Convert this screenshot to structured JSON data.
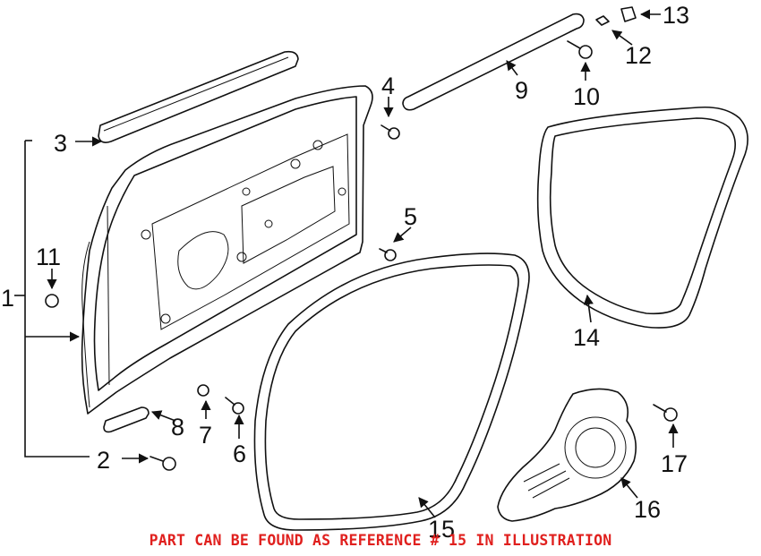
{
  "diagram": {
    "callouts": [
      "1",
      "2",
      "3",
      "4",
      "5",
      "6",
      "7",
      "8",
      "9",
      "10",
      "11",
      "12",
      "13",
      "14",
      "15",
      "16",
      "17"
    ],
    "footer_note": "PART CAN BE FOUND AS REFERENCE # 15 IN ILLUSTRATION"
  },
  "colors": {
    "ink": "#111111",
    "note": "#e0201e",
    "background": "#ffffff"
  }
}
